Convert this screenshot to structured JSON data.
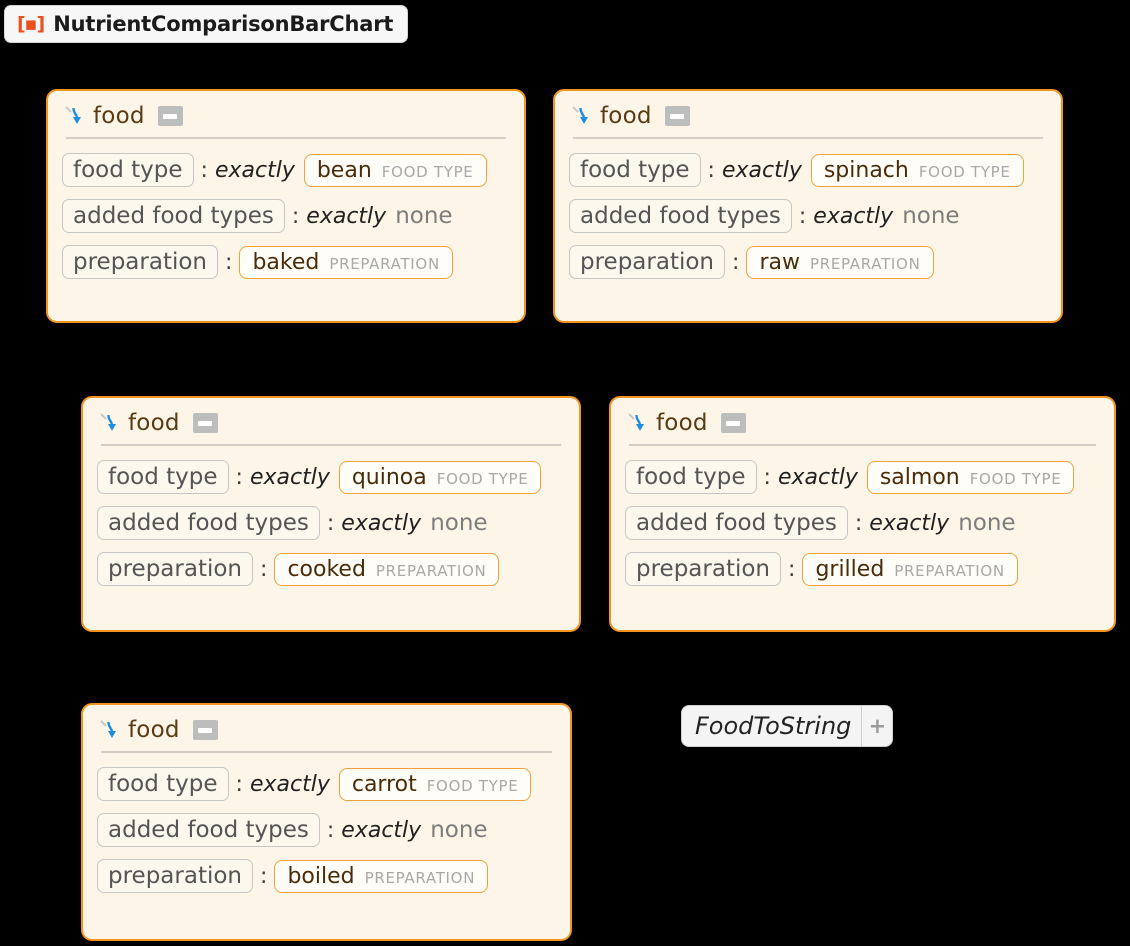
{
  "title_bar": {
    "icon": "wolfram-resource-icon",
    "icon_glyph": "[▪]",
    "label": "NutrientComparisonBarChart"
  },
  "colors": {
    "page_background": "#000000",
    "card_border": "#f2941f",
    "card_background": "#fdf6e8",
    "card_title_text": "#5a3a14",
    "chip_border": "#f0a13c",
    "chip_value_text": "#4a2c0a",
    "chip_type_text": "#a8a8a8",
    "label_border": "#c6c6c6",
    "label_text": "#555555",
    "arrow_icon": "#1e8fe0",
    "title_icon": "#e8501e"
  },
  "shared": {
    "card_title": "food",
    "collapse_icon": "minus-icon",
    "arrow_icon": "blue-down-arrow-icon",
    "colon": ":",
    "qualifier": "exactly",
    "none_value": "none",
    "labels": {
      "food_type": "food type",
      "added_food_types": "added food types",
      "preparation": "preparation"
    },
    "entity_types": {
      "food_type": "FOOD TYPE",
      "preparation": "PREPARATION"
    }
  },
  "cards": [
    {
      "title": "food",
      "food_type": "bean",
      "food_type_entity": "FOOD TYPE",
      "added_food_types": "none",
      "preparation": "baked",
      "preparation_entity": "PREPARATION"
    },
    {
      "title": "food",
      "food_type": "spinach",
      "food_type_entity": "FOOD TYPE",
      "added_food_types": "none",
      "preparation": "raw",
      "preparation_entity": "PREPARATION"
    },
    {
      "title": "food",
      "food_type": "quinoa",
      "food_type_entity": "FOOD TYPE",
      "added_food_types": "none",
      "preparation": "cooked",
      "preparation_entity": "PREPARATION"
    },
    {
      "title": "food",
      "food_type": "salmon",
      "food_type_entity": "FOOD TYPE",
      "added_food_types": "none",
      "preparation": "grilled",
      "preparation_entity": "PREPARATION"
    },
    {
      "title": "food",
      "food_type": "carrot",
      "food_type_entity": "FOOD TYPE",
      "added_food_types": "none",
      "preparation": "boiled",
      "preparation_entity": "PREPARATION"
    }
  ],
  "function_token": {
    "label": "FoodToString",
    "plus": "+"
  }
}
